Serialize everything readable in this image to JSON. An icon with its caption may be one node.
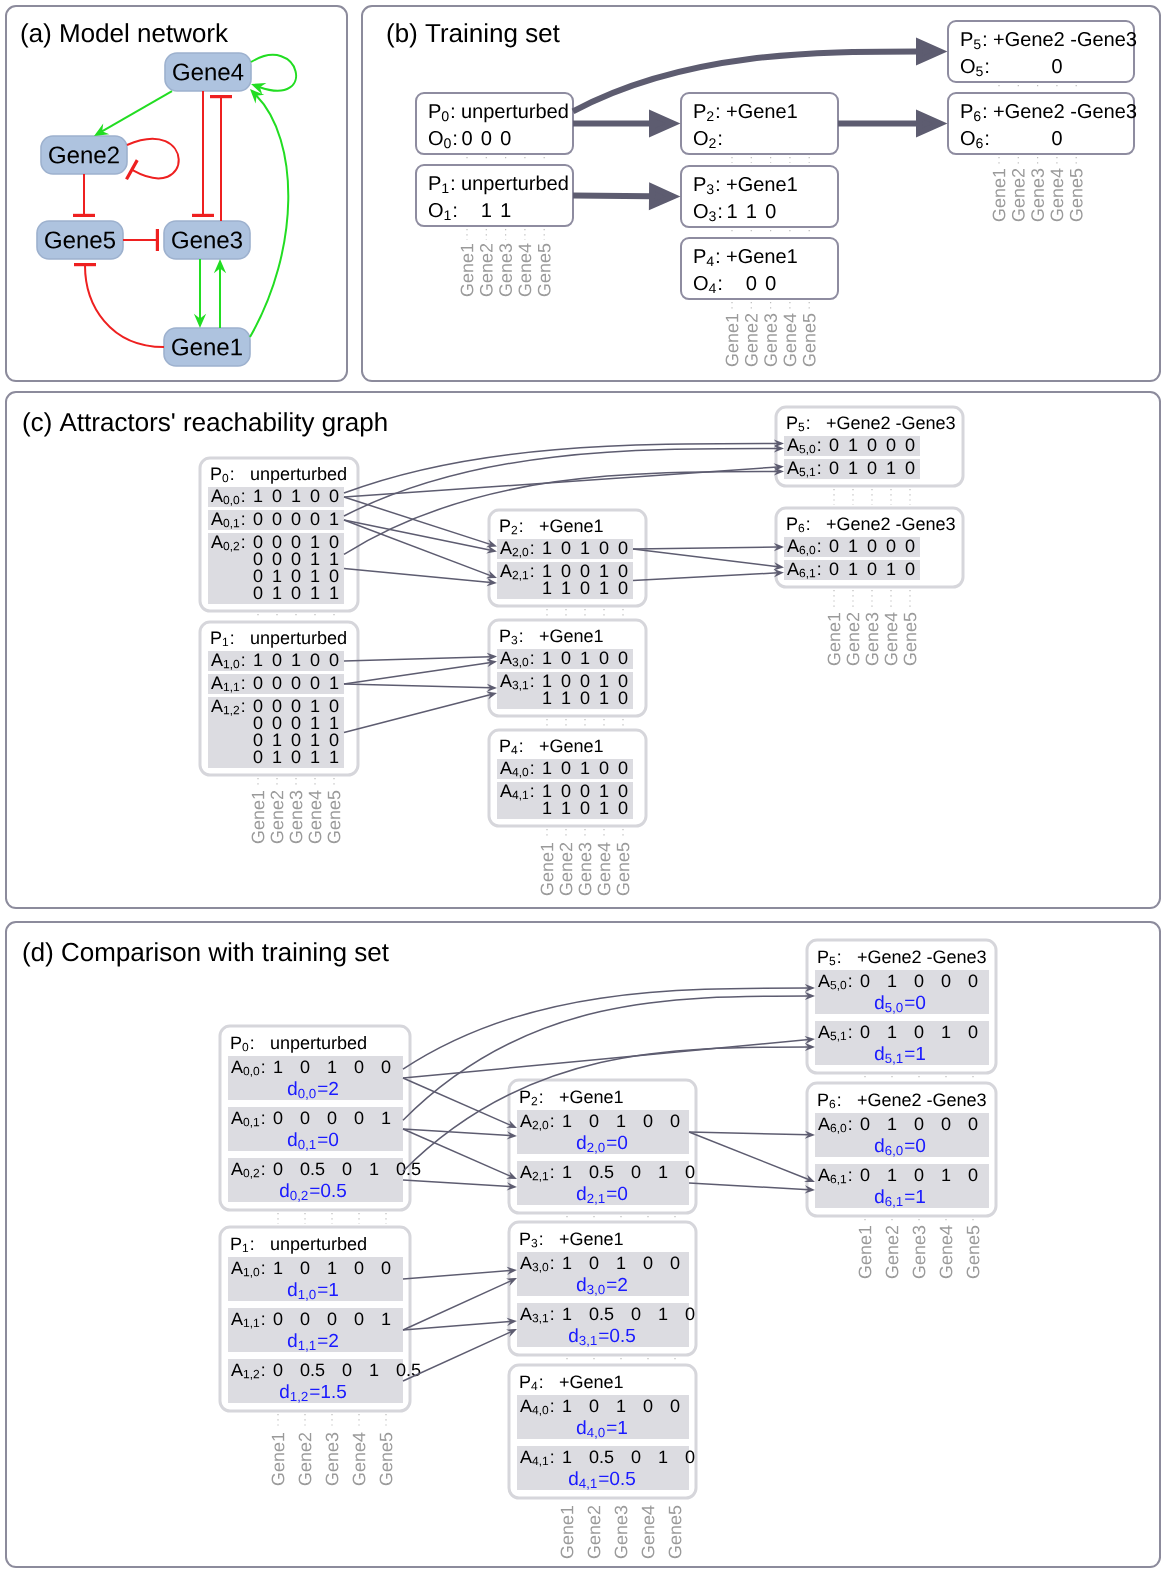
{
  "diagram": {
    "nodes": [
      {
        "text": [
          "(a) Model network"
        ]
      },
      {
        "text": [
          "Gene4"
        ],
        "in": 0
      },
      {
        "text": [
          "Gene2"
        ],
        "in": 0
      },
      {
        "text": [
          "Gene5"
        ],
        "in": 0
      },
      {
        "text": [
          "Gene3"
        ],
        "in": 0
      },
      {
        "text": [
          "Gene1"
        ],
        "in": 0
      },
      {
        "text": [
          "(b) Training set"
        ]
      },
      {
        "text": [
          "P$_{0}$:",
          "unperturbed",
          "O$_{0}$:",
          "0 0 0"
        ],
        "in": 6
      },
      {
        "text": [
          "P$_{1}$:",
          "unperturbed",
          "O$_{1}$:",
          "1 1"
        ],
        "in": 6
      },
      {
        "text": [
          "P$_{2}$:",
          "+Gene1",
          "O$_{2}$:"
        ],
        "in": 6
      },
      {
        "text": [
          "P$_{3}$:",
          "+Gene1",
          "O$_{3}$:",
          "1 1 0"
        ],
        "in": 6
      },
      {
        "text": [
          "P$_{4}$:",
          "+Gene1",
          "O$_{4}$:",
          "0 0"
        ],
        "in": 6
      },
      {
        "text": [
          "P$_{5}$:",
          "+Gene2 -Gene3",
          "O$_{5}$:",
          "0"
        ],
        "in": 6
      },
      {
        "text": [
          "P$_{6}$:",
          "+Gene2 -Gene3",
          "O$_{6}$:",
          "0"
        ],
        "in": 6
      },
      {
        "text": [
          "(c) Attractors' reachability graph"
        ]
      },
      {
        "text": [
          "P$_{0}$:",
          "unperturbed"
        ],
        "in": 14
      },
      {
        "text": [
          "A$_{0,0}$:",
          "1 0 1 0 0"
        ],
        "in": 15
      },
      {
        "text": [
          "A$_{0,1}$:",
          "0 0 0 0 1"
        ],
        "in": 15
      },
      {
        "text": [
          "A$_{0,2}$:",
          "0 0 0 1 0",
          "0 0 0 1 1",
          "0 1 0 1 0",
          "0 1 0 1 1"
        ],
        "in": 15
      },
      {
        "text": [
          "P$_{1}$:",
          "unperturbed"
        ],
        "in": 14
      },
      {
        "text": [
          "A$_{1,0}$:",
          "1 0 1 0 0"
        ],
        "in": 19
      },
      {
        "text": [
          "A$_{1,1}$:",
          "0 0 0 0 1"
        ],
        "in": 19
      },
      {
        "text": [
          "A$_{1,2}$:",
          "0 0 0 1 0",
          "0 0 0 1 1",
          "0 1 0 1 0",
          "0 1 0 1 1"
        ],
        "in": 19
      },
      {
        "text": [
          "P$_{2}$:",
          "+Gene1"
        ],
        "in": 14
      },
      {
        "text": [
          "A$_{2,0}$:",
          "1 0 1 0 0"
        ],
        "in": 23
      },
      {
        "text": [
          "A$_{2,1}$:",
          "1 0 0 1 0",
          "1 1 0 1 0"
        ],
        "in": 23
      },
      {
        "text": [
          "P$_{3}$:",
          "+Gene1"
        ],
        "in": 14
      },
      {
        "text": [
          "A$_{3,0}$:",
          "1 0 1 0 0"
        ],
        "in": 26
      },
      {
        "text": [
          "A$_{3,1}$:",
          "1 0 0 1 0",
          "1 1 0 1 0"
        ],
        "in": 26
      },
      {
        "text": [
          "P$_{4}$:",
          "+Gene1"
        ],
        "in": 14
      },
      {
        "text": [
          "A$_{4,0}$:",
          "1 0 1 0 0"
        ],
        "in": 29
      },
      {
        "text": [
          "A$_{4,1}$:",
          "1 0 0 1 0",
          "1 1 0 1 0"
        ],
        "in": 29
      },
      {
        "text": [
          "P$_{5}$:",
          "+Gene2 -Gene3"
        ],
        "in": 14
      },
      {
        "text": [
          "A$_{5,0}$:",
          "0 1 0 0 0"
        ],
        "in": 32
      },
      {
        "text": [
          "A$_{5,1}$:",
          "0 1 0 1 0"
        ],
        "in": 32
      },
      {
        "text": [
          "P$_{6}$:",
          "+Gene2 -Gene3"
        ],
        "in": 14
      },
      {
        "text": [
          "A$_{6,0}$:",
          "0 1 0 0 0"
        ],
        "in": 35
      },
      {
        "text": [
          "A$_{6,1}$:",
          "0 1 0 1 0"
        ],
        "in": 35
      },
      {
        "text": [
          "(d) Comparison with training set"
        ]
      },
      {
        "text": [
          "P$_{0}$:",
          "unperturbed"
        ],
        "in": 38
      },
      {
        "text": [
          "A$_{0,0}$:",
          "1 0 1 0 0",
          "d$_{0,0}$=2"
        ],
        "in": 39
      },
      {
        "text": [
          "A$_{0,1}$:",
          "0 0 0 0 1",
          "d$_{0,1}$=0"
        ],
        "in": 39
      },
      {
        "text": [
          "A$_{0,2}$:",
          "0 0.5 0 1 0.5",
          "d$_{0,2}$=0.5"
        ],
        "in": 39
      },
      {
        "text": [
          "P$_{1}$:",
          "unperturbed"
        ],
        "in": 38
      },
      {
        "text": [
          "A$_{1,0}$:",
          "1 0 1 0 0",
          "d$_{1,0}$=1"
        ],
        "in": 43
      },
      {
        "text": [
          "A$_{1,1}$:",
          "0 0 0 0 1",
          "d$_{1,1}$=2"
        ],
        "in": 43
      },
      {
        "text": [
          "A$_{1,2}$:",
          "0 0.5 0 1 0.5",
          "d$_{1,2}$=1.5"
        ],
        "in": 43
      },
      {
        "text": [
          "P$_{2}$:",
          "+Gene1"
        ],
        "in": 38
      },
      {
        "text": [
          "A$_{2,0}$:",
          "1 0 1 0 0",
          "d$_{2,0}$=0"
        ],
        "in": 47
      },
      {
        "text": [
          "A$_{2,1}$:",
          "1 0.5 0 1 0",
          "d$_{2,1}$=0"
        ],
        "in": 47
      },
      {
        "text": [
          "P$_{3}$:",
          "+Gene1"
        ],
        "in": 38
      },
      {
        "text": [
          "A$_{3,0}$:",
          "1 0 1 0 0",
          "d$_{3,0}$=2"
        ],
        "in": 50
      },
      {
        "text": [
          "A$_{3,1}$:",
          "1 0.5 0 1 0",
          "d$_{3,1}$=0.5"
        ],
        "in": 50
      },
      {
        "text": [
          "P$_{4}$:",
          "+Gene1"
        ],
        "in": 38
      },
      {
        "text": [
          "A$_{4,0}$:",
          "1 0 1 0 0",
          "d$_{4,0}$=1"
        ],
        "in": 53
      },
      {
        "text": [
          "A$_{4,1}$:",
          "1 0.5 0 1 0",
          "d$_{4,1}$=0.5"
        ],
        "in": 53
      },
      {
        "text": [
          "P$_{5}$:",
          "+Gene2 -Gene3"
        ],
        "in": 38
      },
      {
        "text": [
          "A$_{5,0}$:",
          "0 1 0 0 0",
          "d$_{5,0}$=0"
        ],
        "in": 56
      },
      {
        "text": [
          "A$_{5,1}$:",
          "0 1 0 1 0",
          "d$_{5,1}$=1"
        ],
        "in": 56
      },
      {
        "text": [
          "P$_{6}$:",
          "+Gene2 -Gene3"
        ],
        "in": 38
      },
      {
        "text": [
          "A$_{6,0}$:",
          "0 1 0 0 0",
          "d$_{6,0}$=0"
        ],
        "in": 59
      },
      {
        "text": [
          "A$_{6,1}$:",
          "0 1 0 1 0",
          "d$_{6,1}$=1"
        ],
        "in": 59
      }
    ],
    "edges": [
      {
        "from": 1,
        "to": 1,
        "arrow": "to",
        "color": "#22dd22"
      },
      {
        "from": 1,
        "to": 2,
        "arrow": "to",
        "color": "#22dd22"
      },
      {
        "from": 2,
        "to": 2,
        "arrow": "other",
        "color": "#ee2020"
      },
      {
        "from": 2,
        "to": 3,
        "arrow": "other",
        "color": "#ee2020"
      },
      {
        "from": 1,
        "to": 4,
        "arrow": "other",
        "color": "#ee2020"
      },
      {
        "from": 4,
        "to": 1,
        "arrow": "other",
        "color": "#ee2020"
      },
      {
        "from": 3,
        "to": 4,
        "arrow": "other",
        "color": "#ee2020"
      },
      {
        "from": 4,
        "to": 5,
        "arrow": "to",
        "color": "#22dd22"
      },
      {
        "from": 5,
        "to": 4,
        "arrow": "to",
        "color": "#22dd22"
      },
      {
        "from": 5,
        "to": 3,
        "arrow": "other",
        "color": "#ee2020"
      },
      {
        "from": 5,
        "to": 1,
        "arrow": "to",
        "color": "#22dd22"
      },
      {
        "from": 7,
        "to": 12,
        "arrow": "to",
        "style": "thick"
      },
      {
        "from": 7,
        "to": 9,
        "arrow": "to",
        "style": "thick"
      },
      {
        "from": 9,
        "to": 13,
        "arrow": "to",
        "style": "thick"
      },
      {
        "from": 8,
        "to": 10,
        "arrow": "to",
        "style": "thick"
      },
      {
        "from": 16,
        "to": 33,
        "arrow": "to"
      },
      {
        "from": 16,
        "to": 34,
        "arrow": "to"
      },
      {
        "from": 16,
        "to": 24,
        "arrow": "to"
      },
      {
        "from": 17,
        "to": 33,
        "arrow": "to"
      },
      {
        "from": 17,
        "to": 24,
        "arrow": "to"
      },
      {
        "from": 17,
        "to": 25,
        "arrow": "to"
      },
      {
        "from": 18,
        "to": 34,
        "arrow": "to"
      },
      {
        "from": 18,
        "to": 25,
        "arrow": "to"
      },
      {
        "from": 24,
        "to": 36,
        "arrow": "to"
      },
      {
        "from": 24,
        "to": 37,
        "arrow": "to"
      },
      {
        "from": 25,
        "to": 37,
        "arrow": "to"
      },
      {
        "from": 20,
        "to": 27,
        "arrow": "to"
      },
      {
        "from": 21,
        "to": 27,
        "arrow": "to"
      },
      {
        "from": 21,
        "to": 28,
        "arrow": "to"
      },
      {
        "from": 22,
        "to": 28,
        "arrow": "to"
      },
      {
        "from": 40,
        "to": 57,
        "arrow": "to"
      },
      {
        "from": 40,
        "to": 58,
        "arrow": "to"
      },
      {
        "from": 40,
        "to": 48,
        "arrow": "to"
      },
      {
        "from": 41,
        "to": 57,
        "arrow": "to"
      },
      {
        "from": 41,
        "to": 48,
        "arrow": "to"
      },
      {
        "from": 41,
        "to": 49,
        "arrow": "to"
      },
      {
        "from": 42,
        "to": 58,
        "arrow": "to"
      },
      {
        "from": 42,
        "to": 49,
        "arrow": "to"
      },
      {
        "from": 48,
        "to": 60,
        "arrow": "to"
      },
      {
        "from": 48,
        "to": 61,
        "arrow": "to"
      },
      {
        "from": 49,
        "to": 61,
        "arrow": "to"
      },
      {
        "from": 44,
        "to": 51,
        "arrow": "to"
      },
      {
        "from": 45,
        "to": 51,
        "arrow": "to"
      },
      {
        "from": 45,
        "to": 52,
        "arrow": "to"
      },
      {
        "from": 46,
        "to": 52,
        "arrow": "to"
      }
    ],
    "labels": [
      "Gene1",
      "Gene2",
      "Gene3",
      "Gene4",
      "Gene5",
      "Gene1",
      "Gene2",
      "Gene3",
      "Gene4",
      "Gene5",
      "Gene1",
      "Gene2",
      "Gene3",
      "Gene4",
      "Gene5",
      "Gene1",
      "Gene2",
      "Gene3",
      "Gene4",
      "Gene5",
      "Gene1",
      "Gene2",
      "Gene3",
      "Gene4",
      "Gene5",
      "Gene1",
      "Gene2",
      "Gene3",
      "Gene4",
      "Gene5",
      "Gene1",
      "Gene2",
      "Gene3",
      "Gene4",
      "Gene5",
      "Gene1",
      "Gene2",
      "Gene3",
      "Gene4",
      "Gene5",
      "Gene1",
      "Gene2",
      "Gene3",
      "Gene4",
      "Gene5"
    ]
  }
}
